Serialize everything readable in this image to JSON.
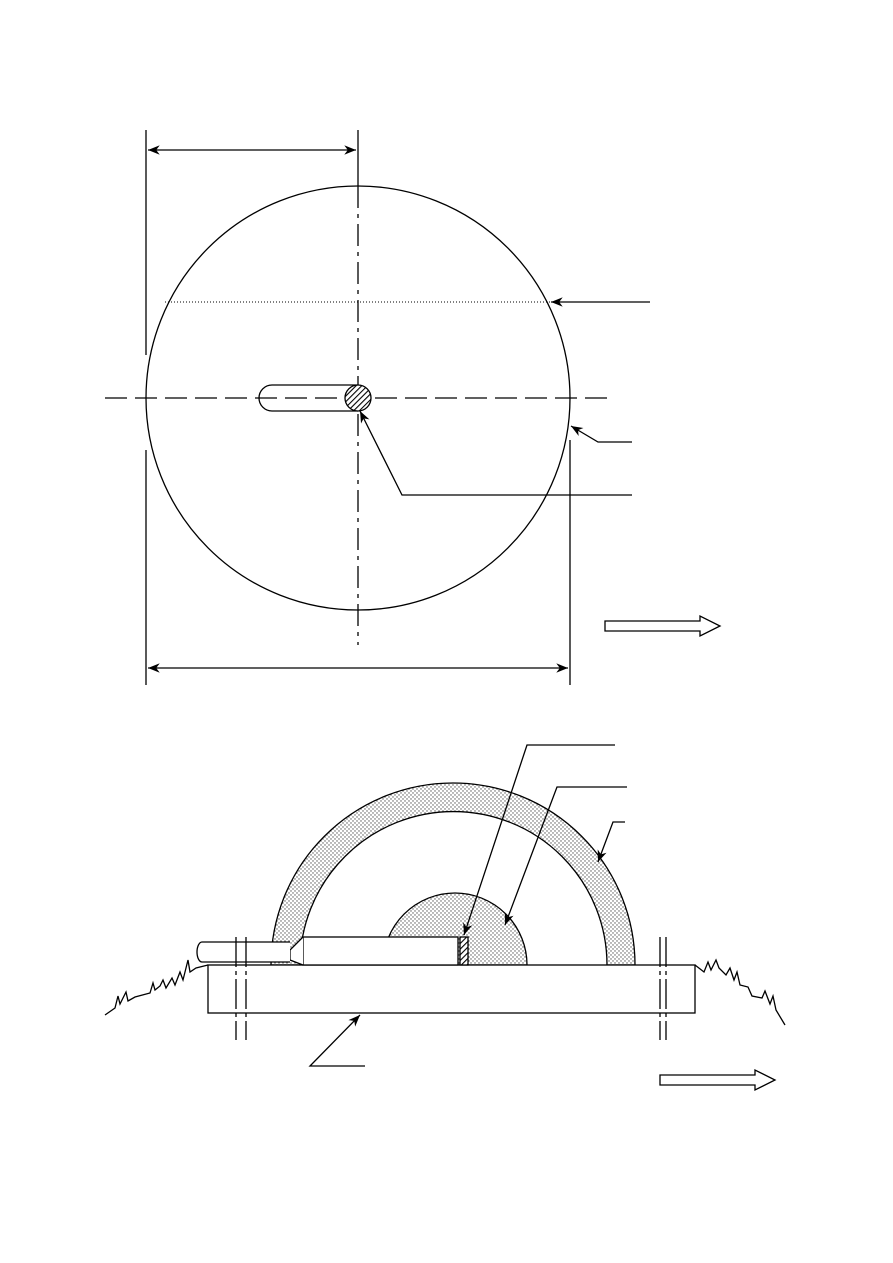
{
  "diagram": {
    "colors": {
      "line": "#000000",
      "background": "#ffffff",
      "fill_dots": "#d8d8d8"
    },
    "top_view": {
      "icons": [
        "circle-outline",
        "center-lines",
        "dimension-arrows",
        "slot",
        "hatched-pin",
        "leader-arrows",
        "hollow-direction-arrow"
      ]
    },
    "side_view": {
      "icons": [
        "ring-section",
        "dome",
        "spindle",
        "base-plate",
        "break-lines",
        "ground-lines",
        "leader-arrows",
        "hollow-direction-arrow"
      ]
    }
  }
}
